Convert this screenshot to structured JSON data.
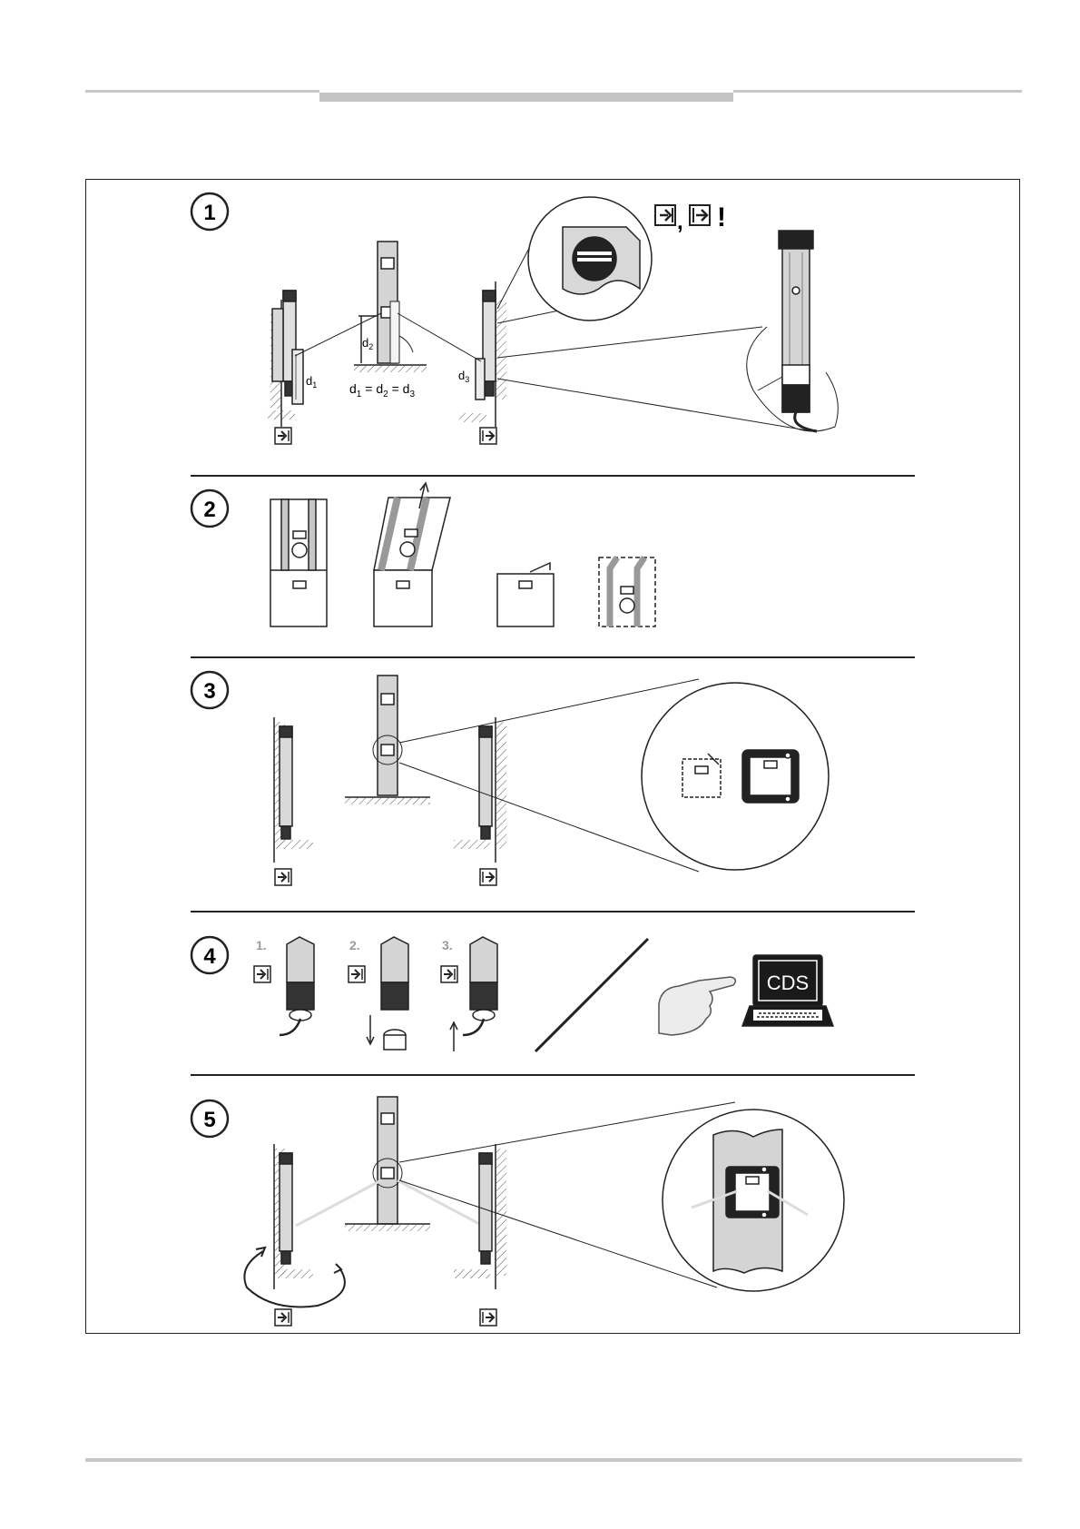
{
  "steps": [
    {
      "number": "1"
    },
    {
      "number": "2"
    },
    {
      "number": "3"
    },
    {
      "number": "4"
    },
    {
      "number": "5"
    }
  ],
  "step1": {
    "formula": {
      "d1": "d",
      "sub1": "1",
      "eq1": " = ",
      "d2": "d",
      "sub2": "2",
      "eq2": " = ",
      "d3": "d",
      "sub3": "3"
    },
    "label_d1": "d",
    "label_d1_sub": "1",
    "label_d2": "d",
    "label_d2_sub": "2",
    "label_d3": "d",
    "label_d3_sub": "3",
    "comma": ",",
    "exclamation": "!"
  },
  "step4": {
    "substeps": [
      "1.",
      "2.",
      "3."
    ],
    "software": "CDS"
  },
  "colors": {
    "line": "#222222",
    "light_gray": "#c4c4c4",
    "mid_gray": "#9a9a9a",
    "screen": "#1a1a1a"
  }
}
